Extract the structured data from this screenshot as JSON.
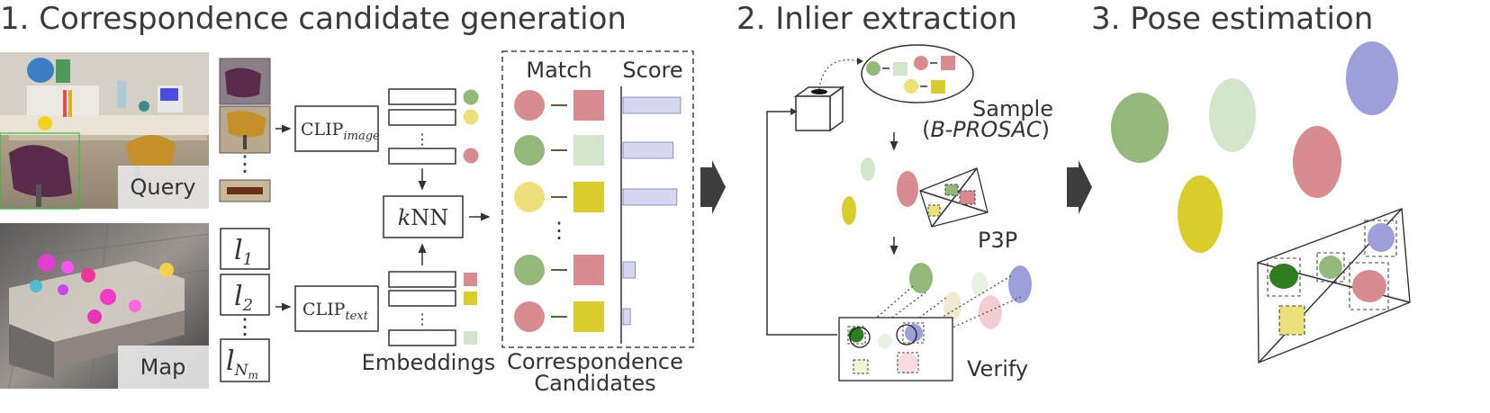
{
  "stages": {
    "s1": "1. Correspondence candidate generation",
    "s2": "2. Inlier extraction",
    "s3": "3. Pose estimation"
  },
  "images": {
    "query_label": "Query",
    "map_label": "Map"
  },
  "text_tokens": {
    "l1": "l",
    "l1_sub": "1",
    "l2": "l",
    "l2_sub": "2",
    "lN": "l",
    "lN_sub": "N",
    "lN_subsub": "m",
    "vdots": "⋮"
  },
  "encoders": {
    "clip": "CLIP",
    "image_sub": "image",
    "text_sub": "text"
  },
  "knn": {
    "k": "k",
    "rest": "NN"
  },
  "embeddings_label": "Embeddings",
  "table": {
    "header_match": "Match",
    "header_score": "Score",
    "rows": [
      {
        "circle": "#d98c8f",
        "square": "#d98c8f",
        "score": 0.94
      },
      {
        "circle": "#93b87a",
        "square": "#d2e6cc",
        "score": 0.82
      },
      {
        "circle": "#ebe07a",
        "square": "#d8cd2a",
        "score": 0.88
      },
      {
        "circle": "#93b87a",
        "square": "#d98c8f",
        "score": 0.2
      },
      {
        "circle": "#d98c8f",
        "square": "#d8cd2a",
        "score": 0.12
      }
    ],
    "caption_line1": "Correspondence",
    "caption_line2": "Candidates"
  },
  "inlier": {
    "sample_line1": "Sample",
    "sample_line2_pre": "(",
    "sample_line2_ital": "B-PROSAC",
    "sample_line2_post": ")",
    "p3p": "P3P",
    "verify": "Verify"
  },
  "colors": {
    "red": "#d98c8f",
    "green": "#93b87a",
    "light_green": "#d2e6cc",
    "yellow": "#d8cd2a",
    "light_yellow": "#ebe07a",
    "blue": "#9d9fdb",
    "score_bar": "#d6d8ef",
    "dark_green": "#2e7d1e"
  }
}
